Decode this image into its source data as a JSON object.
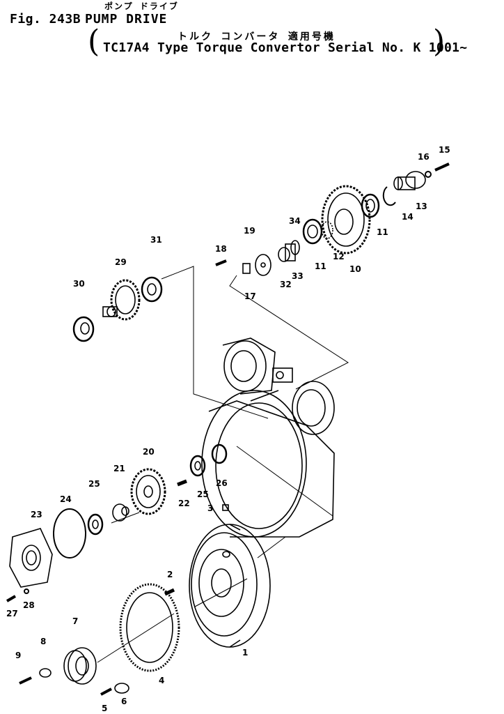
{
  "header": {
    "figure_label": "Fig. 243B",
    "title_jp": "ポンプ ドライブ",
    "title": "PUMP DRIVE",
    "subtitle_jp": "トルク コンバータ 適用号機",
    "subtitle": "TC17A4 Type Torque Convertor Serial No. K 1001~",
    "paren_left": "(",
    "paren_right": ")"
  },
  "callouts": [
    "1",
    "2",
    "3",
    "4",
    "5",
    "6",
    "7",
    "8",
    "9",
    "10",
    "11",
    "11",
    "12",
    "13",
    "14",
    "15",
    "16",
    "17",
    "18",
    "19",
    "20",
    "21",
    "22",
    "23",
    "24",
    "25",
    "25",
    "26",
    "27",
    "28",
    "29",
    "30",
    "31",
    "32",
    "33",
    "34"
  ]
}
